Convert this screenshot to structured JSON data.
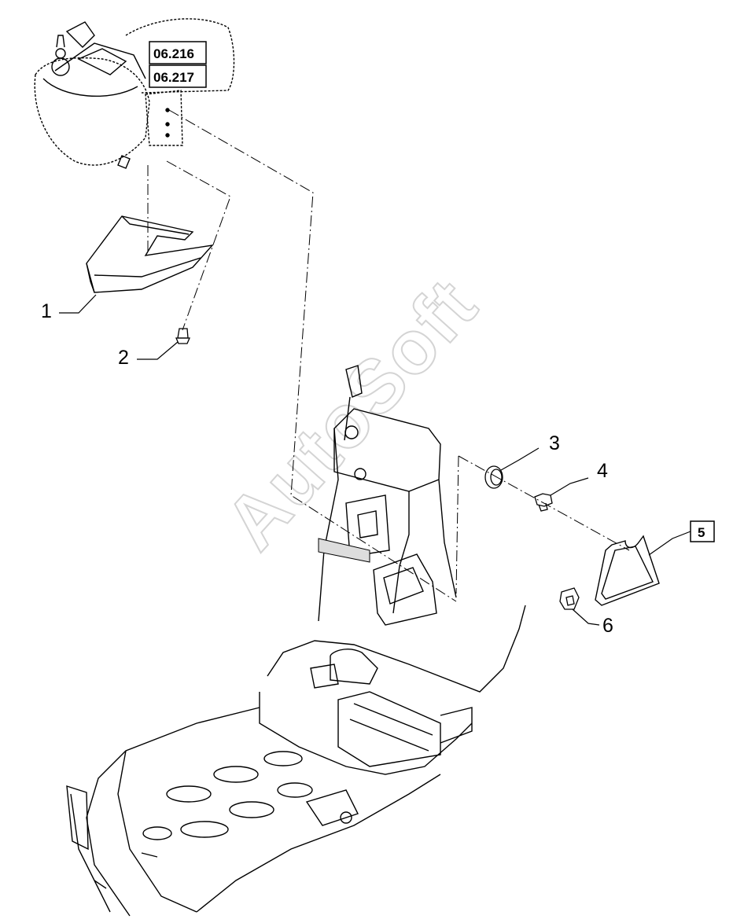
{
  "diagram": {
    "references": [
      "06.216",
      "06.217"
    ],
    "callouts": {
      "c1": "1",
      "c2": "2",
      "c3": "3",
      "c4": "4",
      "c5": "5",
      "c6": "6"
    },
    "watermark": "AutoSoft"
  }
}
